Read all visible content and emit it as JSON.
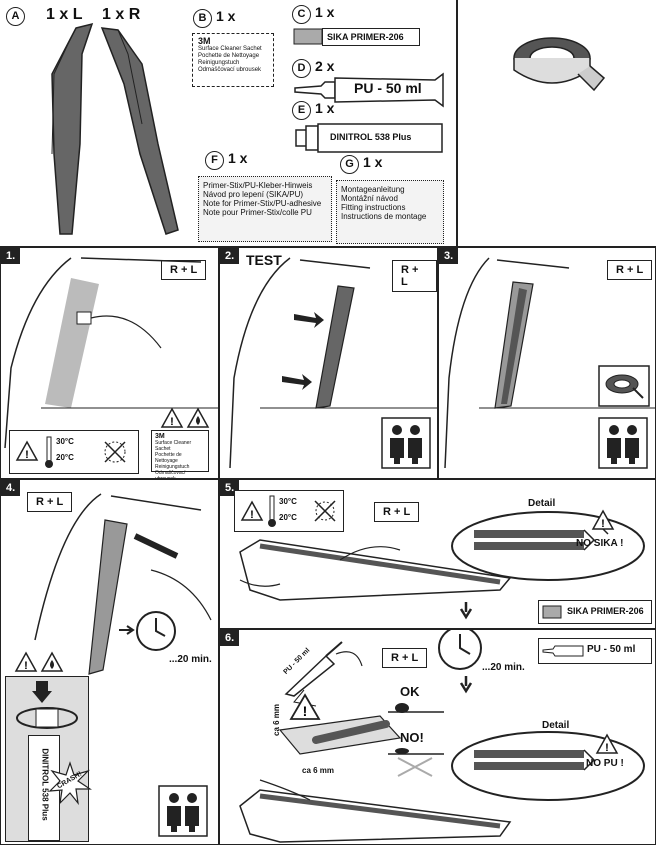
{
  "kit": {
    "A": {
      "letter": "A",
      "qty_l": "1 x  L",
      "qty_r": "1 x  R"
    },
    "B": {
      "letter": "B",
      "qty": "1 x",
      "sachet_lines": [
        "3M",
        "Surface Cleaner Sachet",
        "Pochette de Nettoyage",
        "Reinigungstuch",
        "Odmaščovací ubrousek"
      ]
    },
    "C": {
      "letter": "C",
      "qty": "1 x",
      "product": "SIKA PRIMER-206"
    },
    "D": {
      "letter": "D",
      "qty": "2 x",
      "product": "PU - 50 ml"
    },
    "E": {
      "letter": "E",
      "qty": "1 x",
      "product": "DINITROL 538 Plus"
    },
    "F": {
      "letter": "F",
      "qty": "1 x",
      "lines": [
        "Primer-Stix/PU-Kleber-Hinweis",
        "Návod pro lepení (SIKA/PU)",
        "Note for Primer-Stix/PU-adhesive",
        "Note pour Primer-Stix/colle PU"
      ]
    },
    "G": {
      "letter": "G",
      "qty": "1 x",
      "lines": [
        "Montageanleitung",
        "Montážní návod",
        "Fitting instructions",
        "Instructions de montage"
      ]
    }
  },
  "steps": {
    "s1": {
      "num": "1.",
      "side": "R + L",
      "temp_high": "30°C",
      "temp_low": "20°C",
      "sachet_lines": [
        "3M",
        "Surface Cleaner Sachet",
        "Pochette de Nettoyage",
        "Reinigungstuch",
        "Odmaščovací ubrousek"
      ]
    },
    "s2": {
      "num": "2.",
      "title": "TEST",
      "side": "R + L"
    },
    "s3": {
      "num": "3.",
      "side": "R + L"
    },
    "s4": {
      "num": "4.",
      "side": "R + L",
      "wait": "...20 min.",
      "tube_text": "DINITROL 538 Plus",
      "crash": "CRASH!"
    },
    "s5": {
      "num": "5.",
      "side": "R + L",
      "temp_high": "30°C",
      "temp_low": "20°C",
      "detail": "Detail",
      "warning": "NO SIKA !",
      "product": "SIKA PRIMER-206"
    },
    "s6": {
      "num": "6.",
      "side": "R + L",
      "wait": "...20 min.",
      "product": "PU - 50 ml",
      "ok": "OK",
      "no": "NO!",
      "dim_h": "ca 6 mm",
      "dim_w": "ca 6 mm",
      "detail": "Detail",
      "warning": "NO PU !",
      "tube_text": "PU - 50 ml"
    }
  }
}
